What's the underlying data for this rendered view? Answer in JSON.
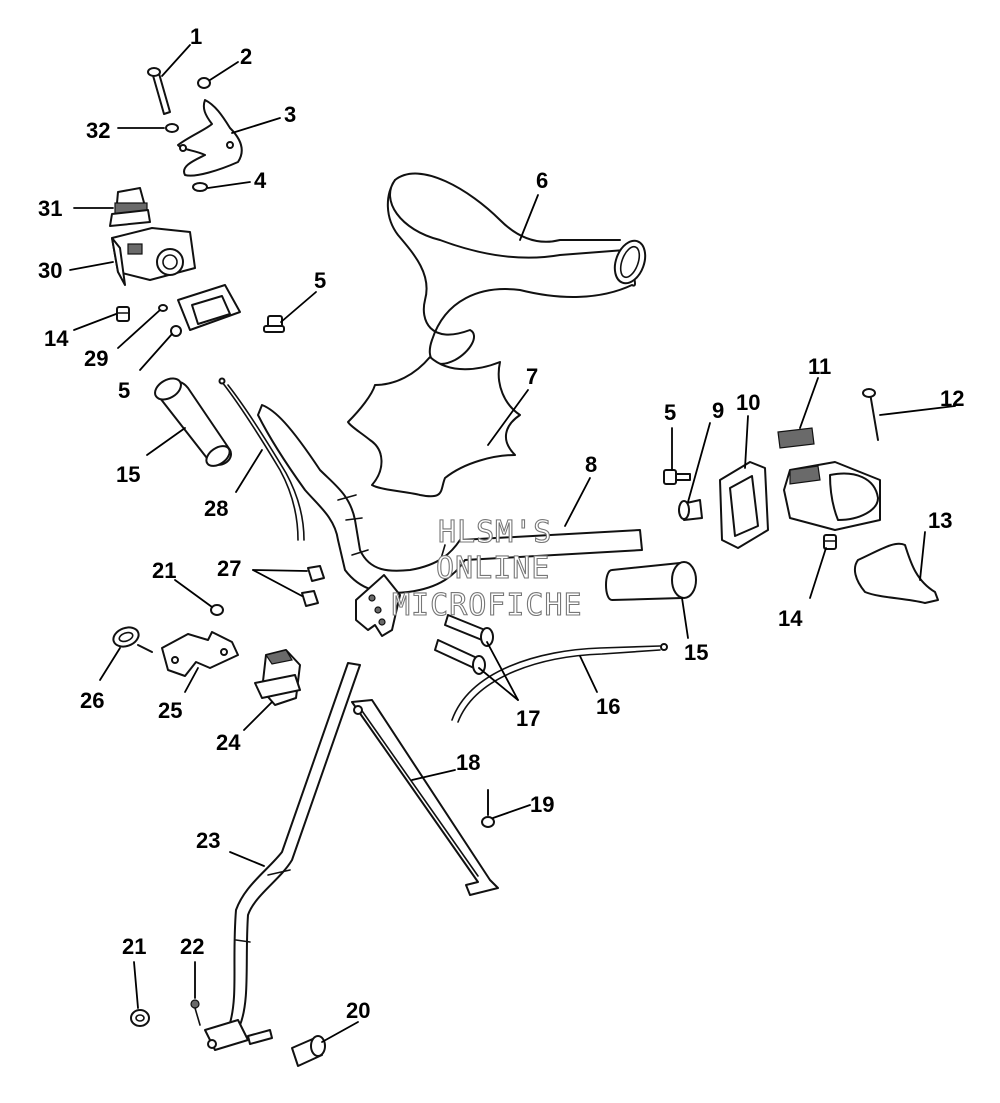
{
  "watermark": {
    "line1": "HLSM'S",
    "line2": "ONLINE",
    "line3": "MICROFICHE"
  },
  "callouts": {
    "c1": "1",
    "c2": "2",
    "c3": "3",
    "c4": "4",
    "c5a": "5",
    "c5b": "5",
    "c5c": "5",
    "c6": "6",
    "c7": "7",
    "c8": "8",
    "c9": "9",
    "c10": "10",
    "c11": "11",
    "c12": "12",
    "c13": "13",
    "c14a": "14",
    "c14b": "14",
    "c15a": "15",
    "c15b": "15",
    "c16": "16",
    "c17": "17",
    "c18": "18",
    "c19": "19",
    "c20": "20",
    "c21a": "21",
    "c21b": "21",
    "c22": "22",
    "c23": "23",
    "c24": "24",
    "c25": "25",
    "c26": "26",
    "c27": "27",
    "c28": "28",
    "c29": "29",
    "c30": "30",
    "c31": "31",
    "c32": "32"
  },
  "colors": {
    "line": "#111111",
    "background": "#ffffff",
    "watermark_outline": "#777777"
  }
}
